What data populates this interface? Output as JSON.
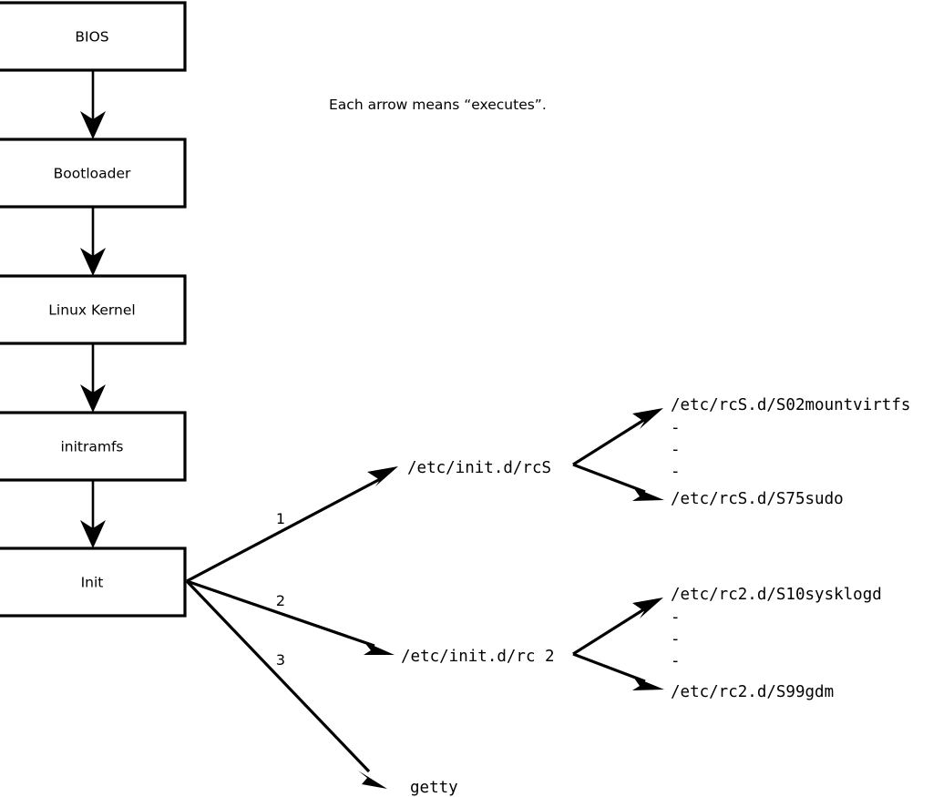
{
  "diagram": {
    "title": "Linux boot process flowchart",
    "background_color": "#ffffff",
    "line_color": "#000000",
    "note": "Each arrow means “executes”.",
    "boot_chain": [
      {
        "label": "BIOS"
      },
      {
        "label": "Bootloader"
      },
      {
        "label": "Linux Kernel"
      },
      {
        "label": "initramfs"
      },
      {
        "label": "Init"
      }
    ],
    "init_branches": [
      {
        "number": "1",
        "target": "/etc/init.d/rcS"
      },
      {
        "number": "2",
        "target": "/etc/init.d/rc 2"
      },
      {
        "number": "3",
        "target": "getty"
      }
    ],
    "rcs_scripts": {
      "first": "/etc/rcS.d/S02mountvirtfs",
      "ellipsis": [
        "-",
        "-",
        "-"
      ],
      "last": "/etc/rcS.d/S75sudo"
    },
    "rc2_scripts": {
      "first": "/etc/rc2.d/S10sysklogd",
      "ellipsis": [
        "-",
        "-",
        "-"
      ],
      "last": "/etc/rc2.d/S99gdm"
    }
  }
}
